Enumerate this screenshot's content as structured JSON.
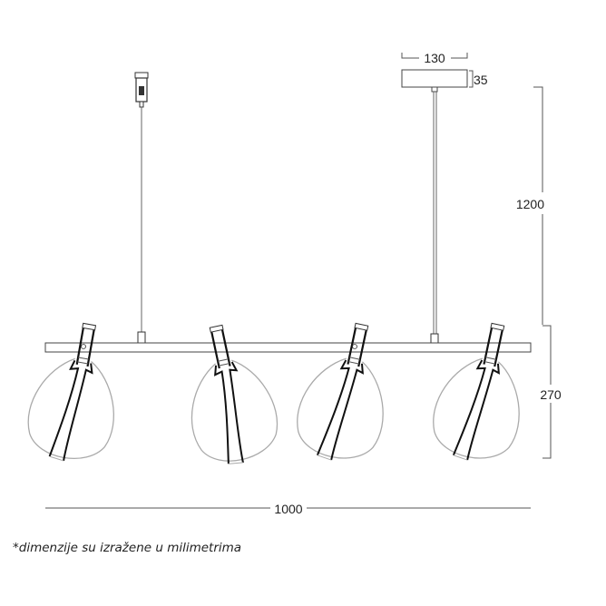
{
  "dimensions": {
    "canopy_width": "130",
    "canopy_height": "35",
    "suspension_height": "1200",
    "lamp_height": "270",
    "total_length": "1000"
  },
  "note": "*dimenzije su izražene u milimetrima"
}
